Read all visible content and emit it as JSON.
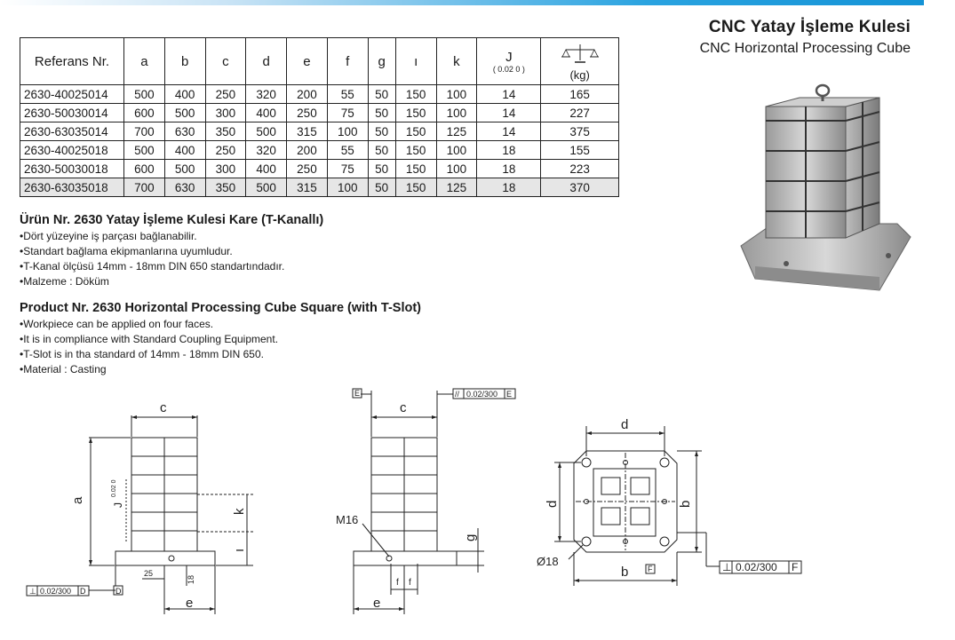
{
  "header": {
    "title_tr": "CNC Yatay İşleme Kulesi",
    "title_en": "CNC Horizontal Processing Cube"
  },
  "table": {
    "ref_header": "Referans Nr.",
    "columns": [
      "a",
      "b",
      "c",
      "d",
      "e",
      "f",
      "g",
      "ı",
      "k"
    ],
    "j_header": "J",
    "j_tolerance": "( 0.02 0 )",
    "weight_header": "(kg)",
    "rows": [
      {
        "ref": "2630-40025014",
        "vals": [
          "500",
          "400",
          "250",
          "320",
          "200",
          "55",
          "50",
          "150",
          "100",
          "14",
          "165"
        ]
      },
      {
        "ref": "2630-50030014",
        "vals": [
          "600",
          "500",
          "300",
          "400",
          "250",
          "75",
          "50",
          "150",
          "100",
          "14",
          "227"
        ]
      },
      {
        "ref": "2630-63035014",
        "vals": [
          "700",
          "630",
          "350",
          "500",
          "315",
          "100",
          "50",
          "150",
          "125",
          "14",
          "375"
        ]
      },
      {
        "ref": "2630-40025018",
        "vals": [
          "500",
          "400",
          "250",
          "320",
          "200",
          "55",
          "50",
          "150",
          "100",
          "18",
          "155"
        ]
      },
      {
        "ref": "2630-50030018",
        "vals": [
          "600",
          "500",
          "300",
          "400",
          "250",
          "75",
          "50",
          "150",
          "100",
          "18",
          "223"
        ]
      },
      {
        "ref": "2630-63035018",
        "vals": [
          "700",
          "630",
          "350",
          "500",
          "315",
          "100",
          "50",
          "150",
          "125",
          "18",
          "370"
        ]
      }
    ]
  },
  "desc_tr": {
    "title": "Ürün Nr. 2630 Yatay İşleme Kulesi Kare (T-Kanallı)",
    "bullets": [
      "Dört yüzeyine iş parçası bağlanabilir.",
      "Standart bağlama ekipmanlarına uyumludur.",
      "T-Kanal ölçüsü 14mm - 18mm DIN 650 standartındadır.",
      "Malzeme : Döküm"
    ]
  },
  "desc_en": {
    "title": "Product Nr. 2630 Horizontal Processing Cube Square (with T-Slot)",
    "bullets": [
      "Workpiece can be applied on four faces.",
      "It is in compliance with Standard Coupling Equipment.",
      "T-Slot is in tha standard of 14mm - 18mm DIN 650.",
      "Material : Casting"
    ]
  },
  "drawing": {
    "dim_a": "a",
    "dim_b": "b",
    "dim_c": "c",
    "dim_d": "d",
    "dim_e": "e",
    "dim_f": "f",
    "dim_g": "g",
    "dim_k": "k",
    "dim_i": "ı",
    "dim_j": "J",
    "j_tol": "0.02 0",
    "num_25": "25",
    "num_18": "18",
    "tol_perp": "0.02/300",
    "tol_par": "0.02/300",
    "datum_d": "D",
    "datum_e": "E",
    "datum_f": "F",
    "m16": "M16",
    "dia18": "Ø18",
    "sym_perp": "⊥",
    "sym_par": "//"
  }
}
